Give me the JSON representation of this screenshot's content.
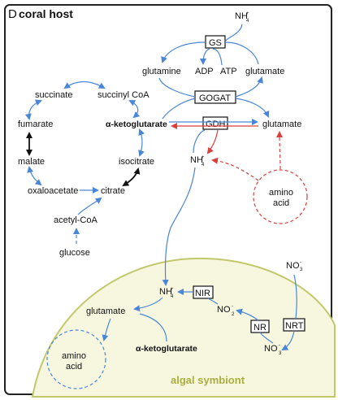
{
  "panel": {
    "letter": "D",
    "title": "coral host"
  },
  "host": {
    "nh4_top": "NH",
    "gs": "GS",
    "glutamine": "glutamine",
    "adp": "ADP",
    "atp": "ATP",
    "glutamate_top": "glutamate",
    "gogat": "GOGAT",
    "aketo": "α-ketoglutarate",
    "gdh": "GDH",
    "glutamate_mid": "glutamate",
    "nh4_mid": "NH",
    "amino_acid_1": "amino",
    "amino_acid_2": "acid"
  },
  "tca": {
    "succinate": "succinate",
    "succinyl_coa": "succinyl CoA",
    "fumarate": "fumarate",
    "aketo": "α-ketoglutarate",
    "malate": "malate",
    "isocitrate": "isocitrate",
    "oxaloacetate": "oxaloacetate",
    "citrate": "citrate",
    "acetyl_coa": "acetyl-CoA",
    "glucose": "glucose"
  },
  "symbiont": {
    "label": "algal symbiont",
    "no3_top": "NO",
    "nh4": "NH",
    "nir": "NIR",
    "no2": "NO",
    "nr": "NR",
    "nrt": "NRT",
    "no3_in": "NO",
    "glutamate": "glutamate",
    "aketo": "α-ketoglutarate",
    "amino_acid_1": "amino",
    "amino_acid_2": "acid"
  },
  "colors": {
    "blue": "#4a86d8",
    "red": "#d9413a",
    "black": "#111111",
    "algae_fill": "#f7f7e0",
    "algae_stroke": "#c2c86a"
  }
}
